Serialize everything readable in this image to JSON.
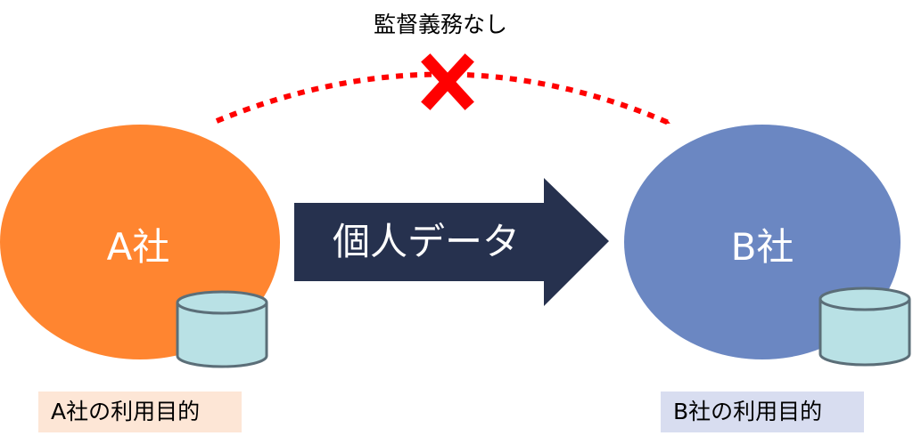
{
  "supervision_label": "監督義務なし",
  "company_a": {
    "name": "A社",
    "purpose_label": "A社の利用目的",
    "color": "#FF8530",
    "caption_bg": "#FDE6D6"
  },
  "company_b": {
    "name": "B社",
    "purpose_label": "B社の利用目的",
    "color": "#6B87C2",
    "caption_bg": "#D8DDF0"
  },
  "transfer_arrow": {
    "label": "個人データ",
    "color": "#26314E"
  },
  "colors": {
    "dotted_arc": "#FF0000",
    "cross_mark": "#FF0000",
    "database_fill": "#B9E1E5",
    "database_stroke": "#5B6E78"
  },
  "icons": [
    "cross-icon",
    "database-icon"
  ]
}
